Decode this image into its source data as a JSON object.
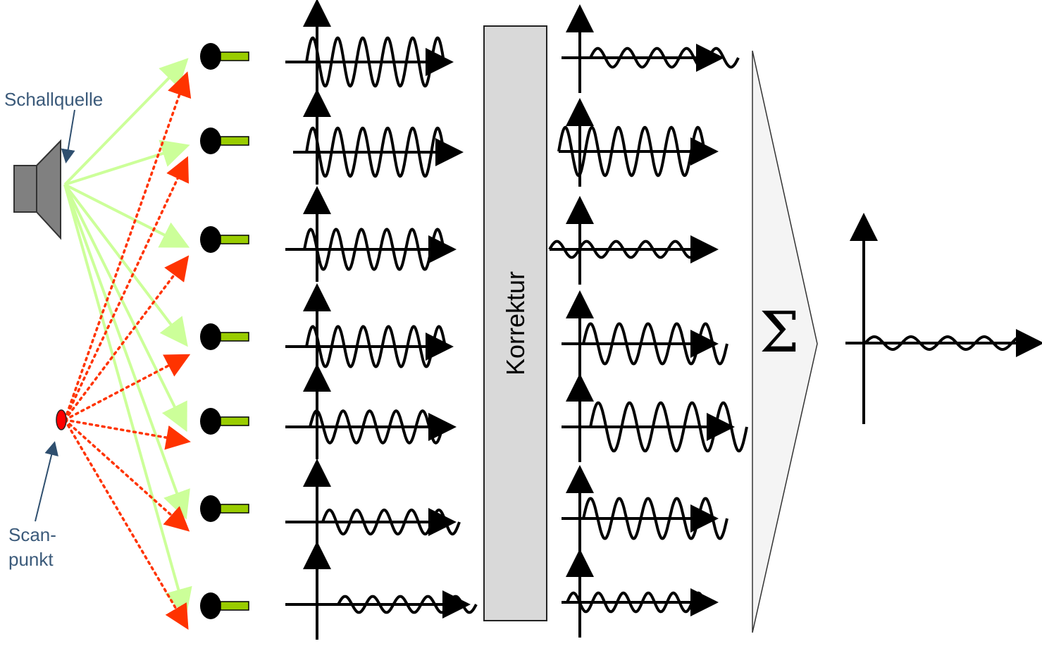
{
  "labels": {
    "source": "Schallquelle",
    "scan_line1": "Scan-",
    "scan_line2": "punkt",
    "correction": "Korrektur",
    "sum_symbol": "Σ"
  },
  "colors": {
    "source_rays": "#ccff99",
    "scan_rays": "#ff3300",
    "microphone_tip": "#99cc00",
    "correction_box": "#d9d9d9",
    "label_text": "#3b5a7a",
    "scan_point": "#ff0000"
  },
  "microphones": {
    "count": 7,
    "icon": "microphone-icon"
  },
  "signals": {
    "before_correction_amplitudes": [
      0.9,
      0.9,
      0.75,
      0.75,
      0.6,
      0.45,
      0.3
    ],
    "after_correction_amplitudes": [
      0.35,
      0.9,
      0.3,
      0.75,
      0.9,
      0.75,
      0.35
    ],
    "summed_amplitude": 0.15
  }
}
